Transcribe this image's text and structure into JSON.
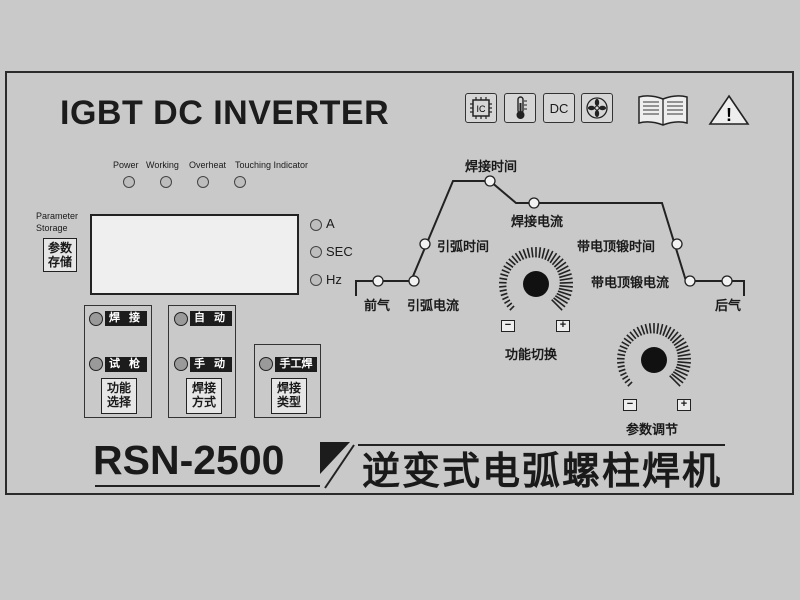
{
  "header": {
    "title": "IGBT DC INVERTER",
    "icons": [
      "ic-chip-icon",
      "thermometer-icon",
      "dc-icon",
      "fan-icon",
      "manual-book-icon",
      "warning-icon"
    ],
    "ic_label": "IC",
    "dc_label": "DC",
    "warning_symbol": "!"
  },
  "indicators": [
    {
      "label": "Power"
    },
    {
      "label": "Working"
    },
    {
      "label": "Overheat"
    },
    {
      "label": "Touching Indicator"
    }
  ],
  "display": {
    "storage_label": "Parameter Storage",
    "storage_button": "参数\n存储",
    "units": [
      "A",
      "SEC",
      "Hz"
    ]
  },
  "function_group": {
    "modes": [
      "焊 接",
      "试 枪"
    ],
    "button": "功能\n选择"
  },
  "weld_mode_group": {
    "modes": [
      "自 动",
      "手 动"
    ],
    "button": "焊接\n方式"
  },
  "weld_type_group": {
    "modes": [
      "手工焊"
    ],
    "button": "焊接\n类型"
  },
  "waveform": {
    "labels": {
      "pre_gas": "前气",
      "arc_current": "引弧电流",
      "arc_time": "引弧时间",
      "weld_time": "焊接时间",
      "weld_current": "焊接电流",
      "upset_time": "带电顶锻时间",
      "upset_current": "带电顶锻电流",
      "post_gas": "后气"
    }
  },
  "knobs": {
    "function_switch": {
      "label": "功能切换",
      "minus": "−",
      "plus": "+"
    },
    "param_adjust": {
      "label": "参数调节",
      "minus": "−",
      "plus": "+"
    }
  },
  "footer": {
    "model": "RSN-2500",
    "model_cn": "逆变式电弧螺柱焊机"
  }
}
